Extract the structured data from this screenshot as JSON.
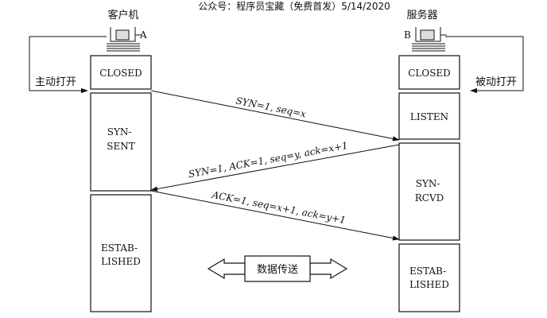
{
  "watermark": "公众号：程序员宝藏（免费首发）5/14/2020",
  "client": {
    "title": "客户机",
    "tag": "A",
    "action": "主动打开",
    "states": [
      "CLOSED",
      "SYN-\nSENT",
      "ESTAB-\nLISHED"
    ]
  },
  "server": {
    "title": "服务器",
    "tag": "B",
    "action": "被动打开",
    "states": [
      "CLOSED",
      "LISTEN",
      "SYN-\nRCVD",
      "ESTAB-\nLISHED"
    ]
  },
  "messages": {
    "syn": "SYN=1, seq=x",
    "synack": "SYN=1, ACK=1, seq=y, ack=x+1",
    "ack": "ACK=1, seq=x+1, ack=y+1"
  },
  "data_transfer": "数据传送",
  "colors": {
    "ink": "#111111",
    "background": "#ffffff"
  }
}
